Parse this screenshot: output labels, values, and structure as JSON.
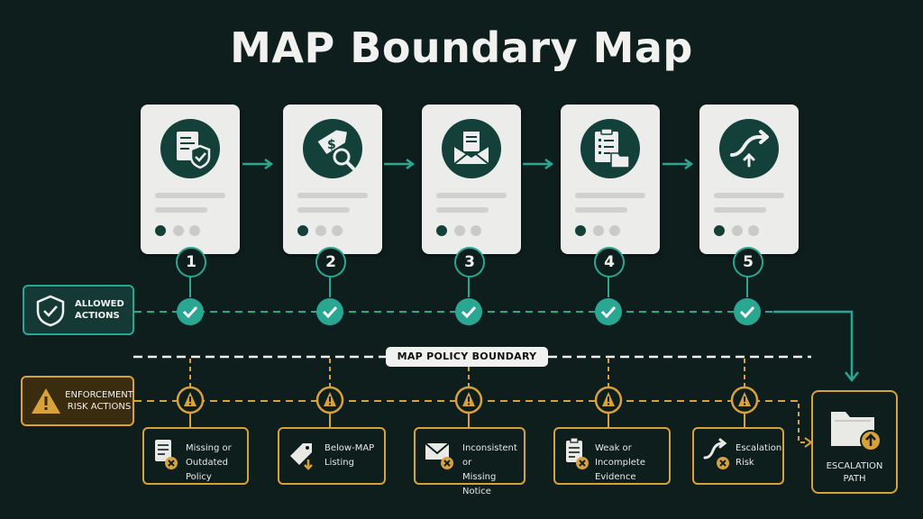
{
  "title": "MAP Boundary Map",
  "steps": [
    {
      "number": "1",
      "icon": "document-shield-icon"
    },
    {
      "number": "2",
      "icon": "price-tag-search-icon"
    },
    {
      "number": "3",
      "icon": "envelope-icon"
    },
    {
      "number": "4",
      "icon": "clipboard-folder-icon"
    },
    {
      "number": "5",
      "icon": "escalation-arrow-icon"
    }
  ],
  "allowed_label": "ALLOWED ACTIONS",
  "risk_label": "ENFORCEMENT RISK ACTIONS",
  "boundary_label": "MAP POLICY BOUNDARY",
  "risks": [
    {
      "line1": "Missing or",
      "line2": "Outdated Policy",
      "icon": "document-x-icon"
    },
    {
      "line1": "Below-MAP",
      "line2": "Listing",
      "icon": "tag-down-icon"
    },
    {
      "line1": "Inconsistent or",
      "line2": "Missing Notice",
      "icon": "envelope-x-icon"
    },
    {
      "line1": "Weak or Incomplete",
      "line2": "Evidence",
      "icon": "clipboard-x-icon"
    },
    {
      "line1": "Escalation",
      "line2": "Risk",
      "icon": "escalation-x-icon"
    }
  ],
  "escalation": {
    "line1": "ESCALATION",
    "line2": "PATH",
    "icon": "folder-up-icon"
  },
  "colors": {
    "background": "#0e1e1c",
    "teal": "#2aa792",
    "amber": "#d8a13a",
    "card": "#ececea",
    "disc": "#14403a"
  }
}
